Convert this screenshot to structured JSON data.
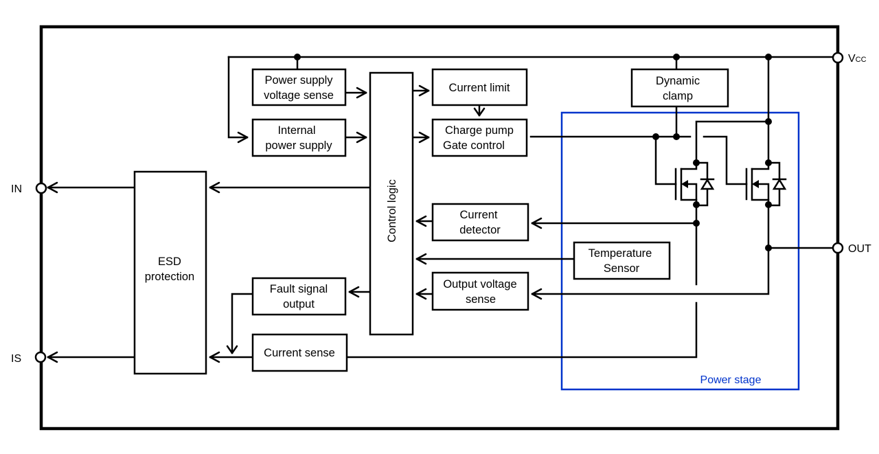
{
  "title": "Intelligent power switch block diagram",
  "pins": {
    "vcc": {
      "main": "V",
      "sub": "CC"
    },
    "out": "OUT",
    "in": "IN",
    "is": "IS"
  },
  "blocks": {
    "power_supply_voltage_sense": [
      "Power supply",
      "voltage sense"
    ],
    "internal_power_supply": [
      "Internal",
      "power supply"
    ],
    "control_logic": "Control logic",
    "current_limit": "Current limit",
    "charge_pump_gate_control": [
      "Charge pump",
      "Gate control"
    ],
    "dynamic_clamp": [
      "Dynamic",
      "clamp"
    ],
    "current_detector": [
      "Current",
      "detector"
    ],
    "temperature_sensor": [
      "Temperature",
      "Sensor"
    ],
    "output_voltage_sense": [
      "Output voltage",
      "sense"
    ],
    "esd_protection": [
      "ESD",
      "protection"
    ],
    "fault_signal_output": [
      "Fault signal",
      "output"
    ],
    "current_sense": "Current sense"
  },
  "regions": {
    "power_stage": "Power stage"
  },
  "colors": {
    "line": "#000000",
    "power_stage_border": "#0033cc",
    "background": "#ffffff"
  },
  "components": [
    "main-mosfet-with-body-diode",
    "sense-mosfet-with-body-diode"
  ]
}
